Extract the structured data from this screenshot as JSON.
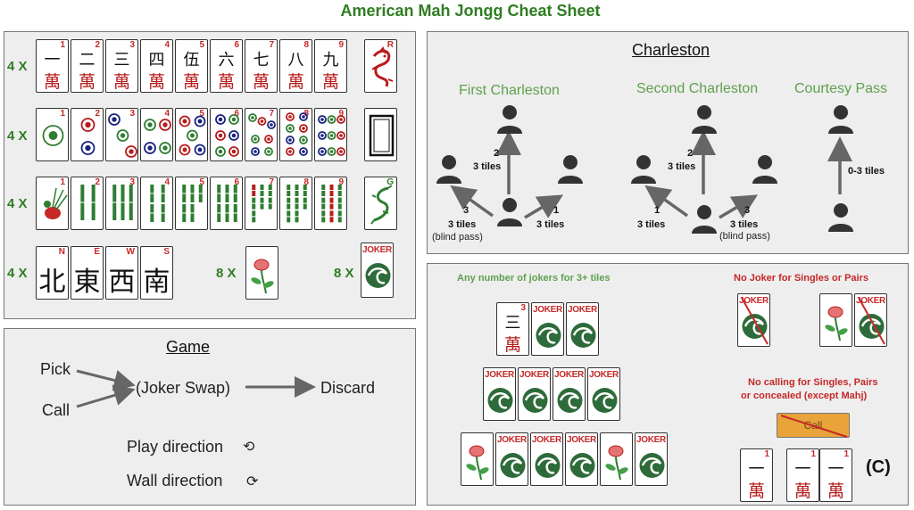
{
  "title": "American Mah Jongg Cheat Sheet",
  "tiles_panel": {
    "row_labels": [
      "4 X",
      "4 X",
      "4 X",
      "4 X"
    ],
    "craks": {
      "numbers": [
        "1",
        "2",
        "3",
        "4",
        "5",
        "6",
        "7",
        "8",
        "9"
      ],
      "chars": [
        "一",
        "二",
        "三",
        "四",
        "伍",
        "六",
        "七",
        "八",
        "九"
      ],
      "wan": "萬"
    },
    "dots_numbers": [
      "1",
      "2",
      "3",
      "4",
      "5",
      "6",
      "7",
      "8",
      "9"
    ],
    "bams_numbers": [
      "1",
      "2",
      "3",
      "4",
      "5",
      "6",
      "7",
      "8",
      "9"
    ],
    "dragon_letters": {
      "red": "R",
      "green": "G"
    },
    "winds": [
      {
        "letter": "N",
        "char": "北"
      },
      {
        "letter": "E",
        "char": "東"
      },
      {
        "letter": "W",
        "char": "西"
      },
      {
        "letter": "S",
        "char": "南"
      }
    ],
    "flower_count": "8 X",
    "joker_count": "8 X",
    "joker_text": "JOKER"
  },
  "charleston": {
    "heading": "Charleston",
    "first": "First Charleston",
    "second": "Second Charleston",
    "courtesy": "Courtesy Pass",
    "step1": "1",
    "step2": "2",
    "step3": "3",
    "three_tiles": "3 tiles",
    "blind_pass": "(blind pass)",
    "courtesy_tiles": "0-3 tiles"
  },
  "game": {
    "heading": "Game",
    "pick": "Pick",
    "call": "Call",
    "joker_swap": "(Joker Swap)",
    "discard": "Discard",
    "play_direction": "Play direction",
    "wall_direction": "Wall direction",
    "ccw_symbol": "⟲",
    "cw_symbol": "⟳"
  },
  "jokers": {
    "any_number": "Any number of jokers for 3+ tiles",
    "no_joker": "No Joker for Singles or Pairs",
    "no_calling_1": "No calling for Singles, Pairs",
    "no_calling_2": "or concealed  (except Mahj)",
    "call_button": "Call",
    "copyright": "(C)",
    "one_char": "一",
    "wan": "萬",
    "three_char": "三",
    "num1": "1",
    "num3": "3"
  },
  "colors": {
    "title_green": "#2f7d22",
    "label_green": "#5fa04e",
    "red": "#c62828",
    "call_orange": "#e8a33a"
  }
}
